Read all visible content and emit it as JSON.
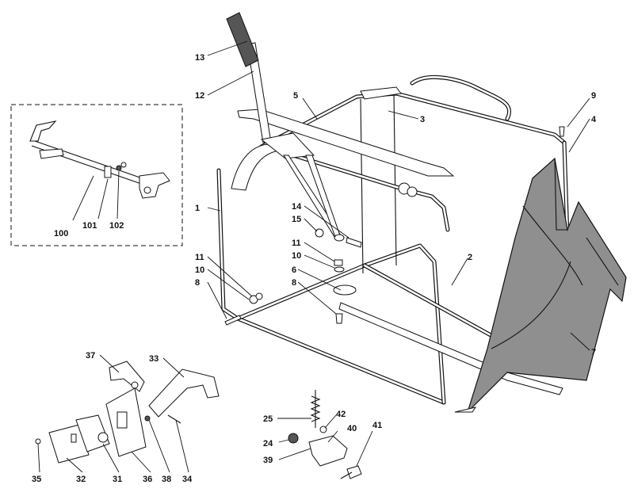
{
  "labels": {
    "l1": "1",
    "l2": "2",
    "l3": "3",
    "l4": "4",
    "l5": "5",
    "l6": "6",
    "l7": "7",
    "l8a": "8",
    "l8b": "8",
    "l9": "9",
    "l10a": "10",
    "l10b": "10",
    "l11a": "11",
    "l11b": "11",
    "l12": "12",
    "l13": "13",
    "l14": "14",
    "l15": "15",
    "l24": "24",
    "l25": "25",
    "l31": "31",
    "l32": "32",
    "l33": "33",
    "l34": "34",
    "l35": "35",
    "l36": "36",
    "l37": "37",
    "l38": "38",
    "l39": "39",
    "l40": "40",
    "l41": "41",
    "l42": "42",
    "l100": "100",
    "l101": "101",
    "l102": "102"
  }
}
